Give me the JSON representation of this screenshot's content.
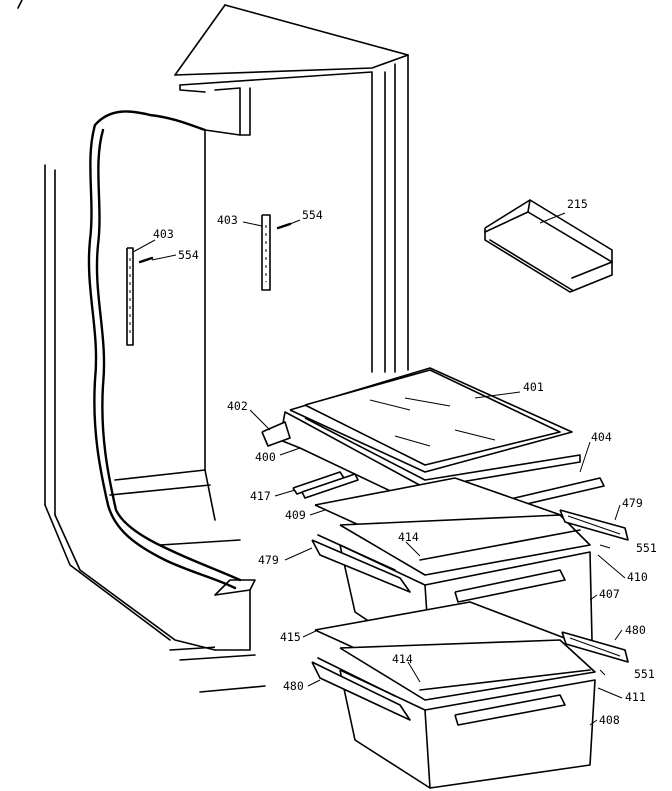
{
  "callouts": [
    {
      "id": "c-215",
      "text": "215"
    },
    {
      "id": "c-554a",
      "text": "554"
    },
    {
      "id": "c-554b",
      "text": "554"
    },
    {
      "id": "c-403a",
      "text": "403"
    },
    {
      "id": "c-403b",
      "text": "403"
    },
    {
      "id": "c-401",
      "text": "401"
    },
    {
      "id": "c-402",
      "text": "402"
    },
    {
      "id": "c-400",
      "text": "400"
    },
    {
      "id": "c-404",
      "text": "404"
    },
    {
      "id": "c-417",
      "text": "417"
    },
    {
      "id": "c-409",
      "text": "409"
    },
    {
      "id": "c-479a",
      "text": "479"
    },
    {
      "id": "c-479b",
      "text": "479"
    },
    {
      "id": "c-414a",
      "text": "414"
    },
    {
      "id": "c-414b",
      "text": "414"
    },
    {
      "id": "c-551a",
      "text": "551"
    },
    {
      "id": "c-551b",
      "text": "551"
    },
    {
      "id": "c-410",
      "text": "410"
    },
    {
      "id": "c-407",
      "text": "407"
    },
    {
      "id": "c-480a",
      "text": "480"
    },
    {
      "id": "c-480b",
      "text": "480"
    },
    {
      "id": "c-415",
      "text": "415"
    },
    {
      "id": "c-411",
      "text": "411"
    },
    {
      "id": "c-408",
      "text": "408"
    }
  ]
}
